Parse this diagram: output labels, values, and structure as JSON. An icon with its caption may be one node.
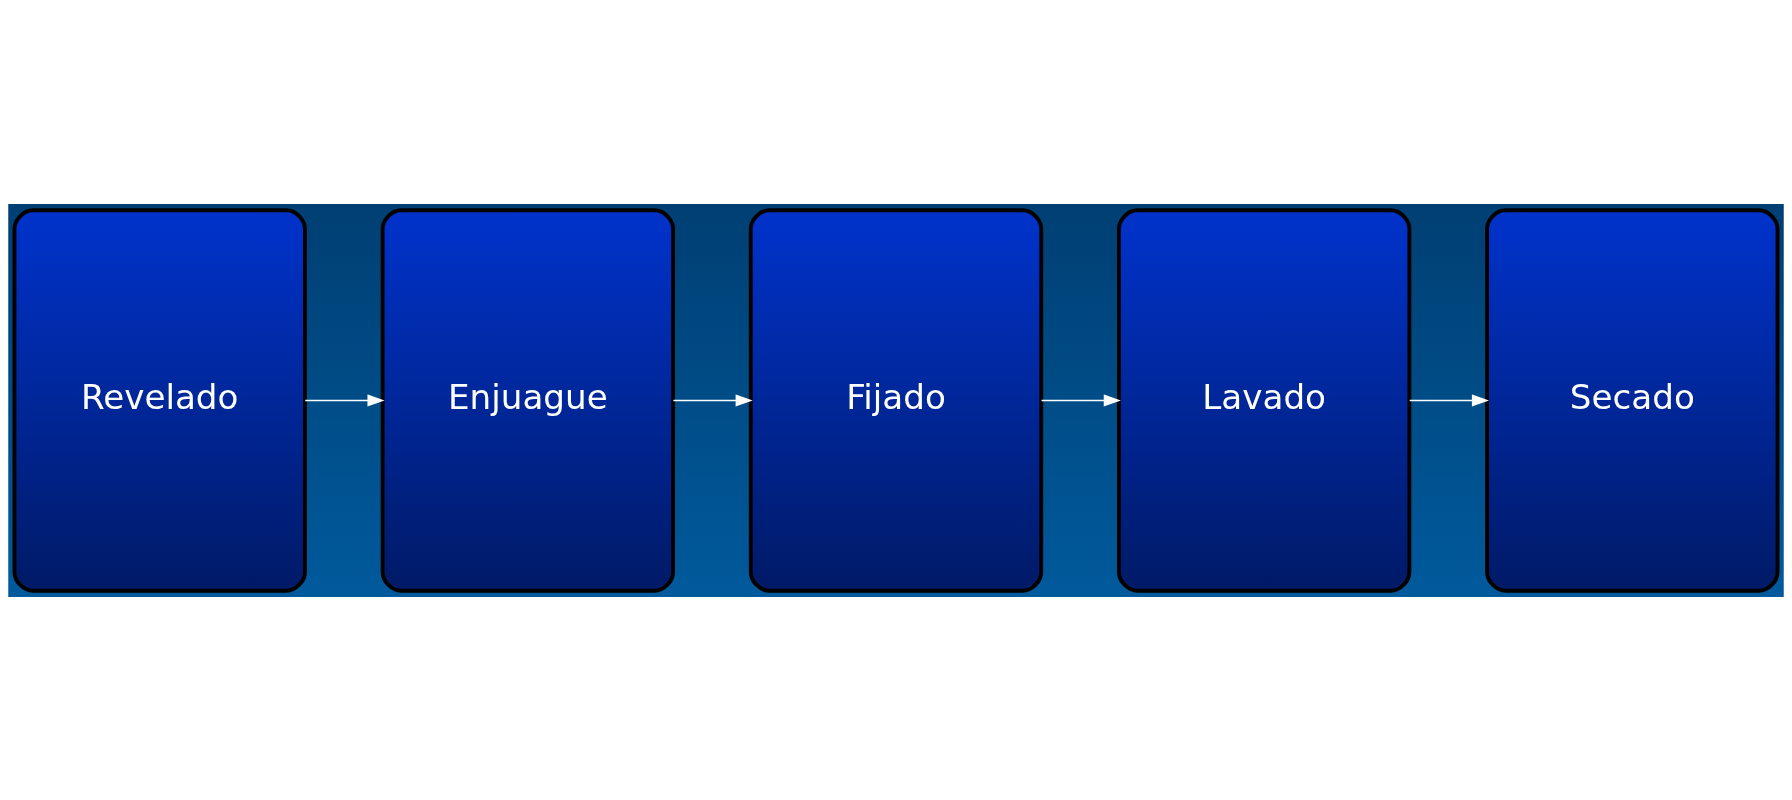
{
  "diagram": {
    "nodes": [
      {
        "text": [
          "Revelado"
        ]
      },
      {
        "text": [
          "Enjuague"
        ]
      },
      {
        "text": [
          "Fijado"
        ]
      },
      {
        "text": [
          "Lavado"
        ]
      },
      {
        "text": [
          "Secado"
        ]
      }
    ],
    "edges": [
      {
        "from": 0,
        "to": 1,
        "arrow": "to"
      },
      {
        "from": 1,
        "to": 2,
        "arrow": "to"
      },
      {
        "from": 2,
        "to": 3,
        "arrow": "to"
      },
      {
        "from": 3,
        "to": 4,
        "arrow": "to"
      }
    ]
  }
}
